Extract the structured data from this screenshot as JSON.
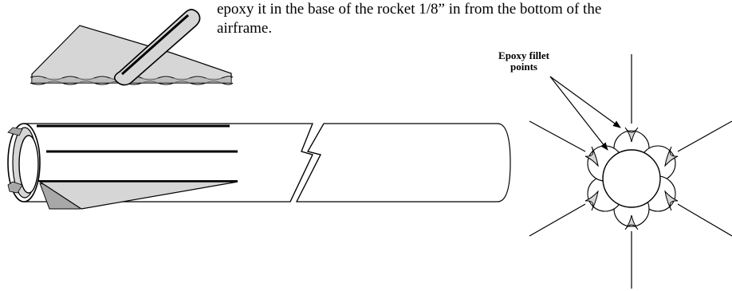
{
  "text": {
    "line_1": "epoxy it in the base of the rocket 1/8” in from the bottom of the",
    "line_2": "airframe."
  },
  "callout": {
    "line_1": "Epoxy fillet",
    "line_2": "points"
  },
  "colors": {
    "ink": "#000000",
    "fin_fill": "#d6d6d6",
    "fin_shadow": "#a8a8a8",
    "paper": "#ffffff"
  }
}
